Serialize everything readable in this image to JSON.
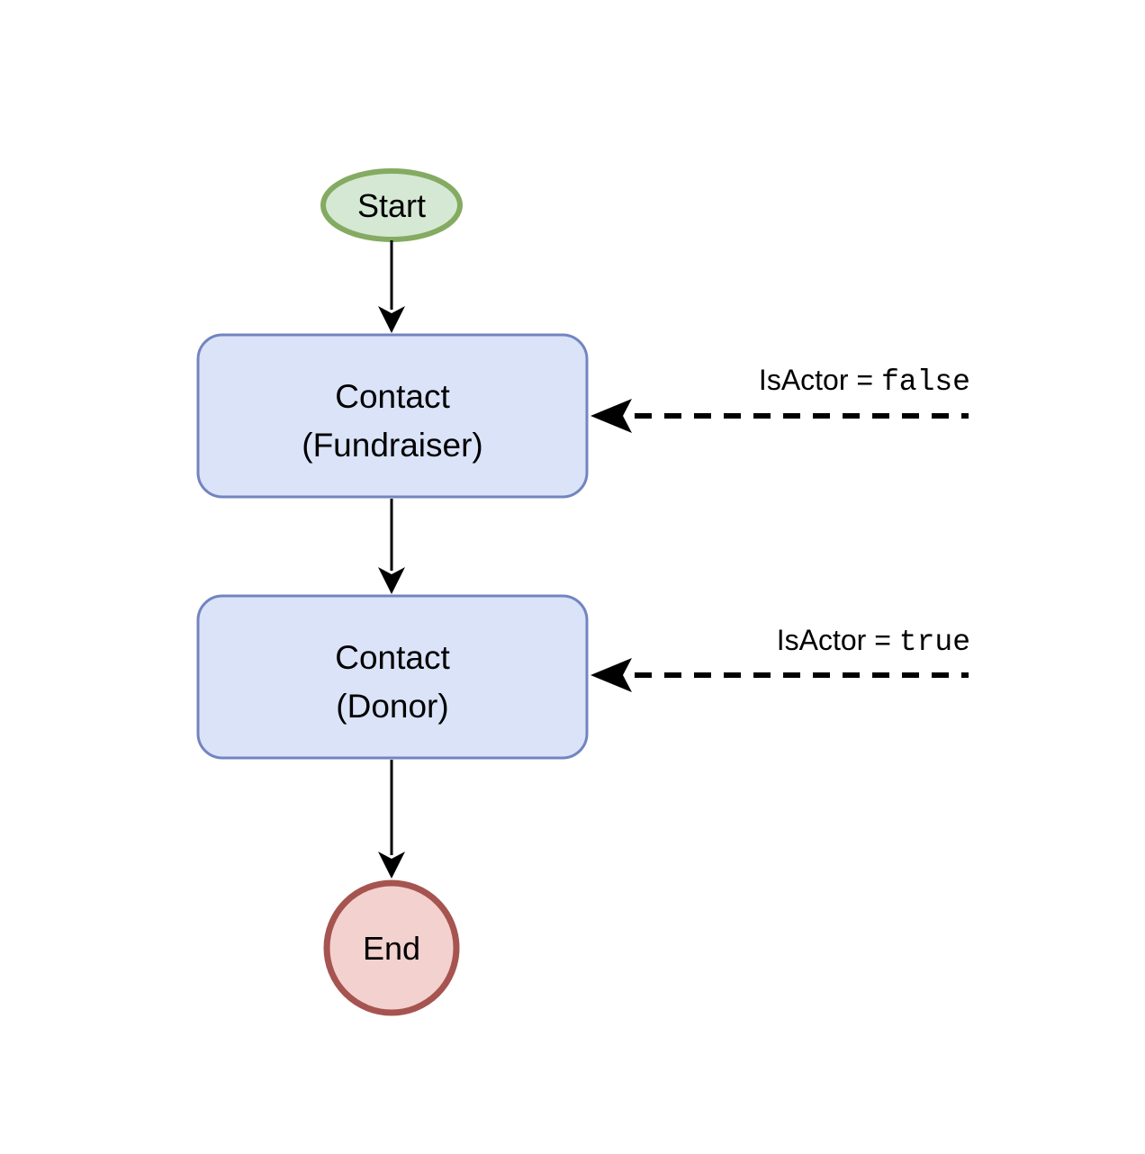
{
  "diagram": {
    "nodes": {
      "start": {
        "label": "Start"
      },
      "fundraiser": {
        "line1": "Contact",
        "line2": "(Fundraiser)"
      },
      "donor": {
        "line1": "Contact",
        "line2": "(Donor)"
      },
      "end": {
        "label": "End"
      }
    },
    "annotations": {
      "fundraiser": {
        "prefix": "IsActor = ",
        "code": "false"
      },
      "donor": {
        "prefix": "IsActor = ",
        "code": "true"
      }
    }
  },
  "colors": {
    "start_fill": "#d5e8d4",
    "start_stroke": "#84ab61",
    "process_fill": "#dae3f8",
    "process_stroke": "#7384c0",
    "end_fill": "#f3d1cf",
    "end_stroke": "#a65450",
    "connector": "#000000"
  }
}
